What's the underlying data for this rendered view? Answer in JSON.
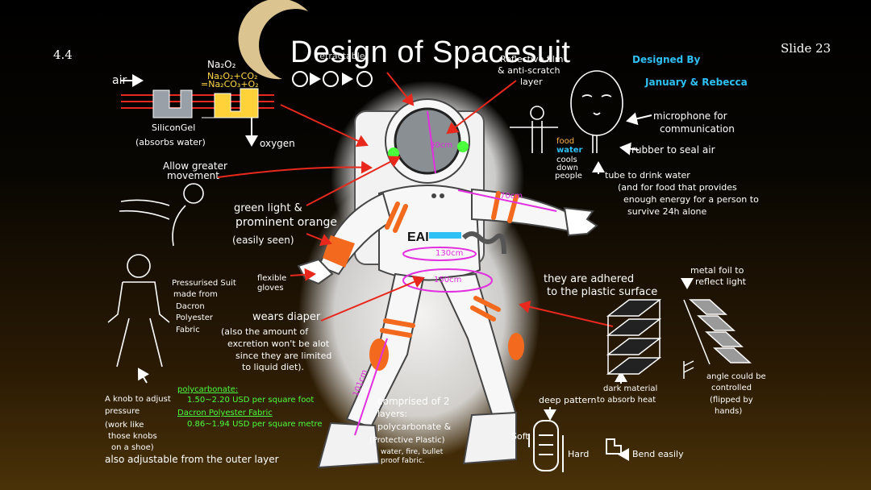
{
  "section_number": "4.4",
  "title": "Design of Spacesuit",
  "slide_label": "Slide 23",
  "credits": {
    "line1": "Designed By",
    "line2": "January & Rebecca"
  },
  "chemistry": {
    "formula1": "Na₂O₂",
    "formula2": "Na₂O₂+CO₂",
    "formula3": "=Na₂CO₃+O₂"
  },
  "air_label": "air",
  "silicagel": {
    "line1": "SiliconGel",
    "line2": "(absorbs water)"
  },
  "oxygen_label": "oxygen",
  "retractable": "retractable",
  "reflective": {
    "line1": "Reflective film",
    "line2": "& anti-scratch",
    "line3": "layer"
  },
  "microphone": {
    "line1": "microphone for",
    "line2": "communication"
  },
  "rubber": "rubber to seal air",
  "food_water": {
    "food": "food",
    "water": "water",
    "cools1": "cools",
    "cools2": "down",
    "cools3": "people"
  },
  "tube": {
    "line1": "tube to drink water",
    "line2": "(and for food that provides",
    "line3": "enough energy for a person to",
    "line4": "survive 24h alone"
  },
  "allow_movement": {
    "line1": "Allow greater",
    "line2": "movement"
  },
  "green_light": {
    "line1": "green light &",
    "line2": "prominent orange",
    "line3": "(easily seen)"
  },
  "flexible_gloves": {
    "line1": "flexible",
    "line2": "gloves"
  },
  "pressurised": {
    "line1": "Pressurised Suit",
    "line2": "made from",
    "line3": "Dacron",
    "line4": "Polyester",
    "line5": "Fabric"
  },
  "diaper": {
    "line1": "wears diaper",
    "line2": "(also the amount of",
    "line3": "excretion won't be alot",
    "line4": "since they are limited",
    "line5": "to liquid diet)."
  },
  "knob": {
    "line1": "A knob to adjust",
    "line2": "pressure",
    "line3": "(work like",
    "line4": "those knobs",
    "line5": "on a shoe)",
    "line6": "also adjustable from the outer layer"
  },
  "prices": {
    "poly_title": "polycarbonate:",
    "poly_price": "1.50~2.20 USD per square foot",
    "dacron_title": "Dacron Polyester Fabric",
    "dacron_price": "0.86~1.94 USD per square metre"
  },
  "layers": {
    "line1": "comprised of 2",
    "line2": "layers:",
    "line3": "polycarbonate &",
    "line4": "(Protective Plastic)",
    "line5": "water, fire, bullet",
    "line6": "proof fabric."
  },
  "adhered": {
    "line1": "they are adhered",
    "line2": "to the plastic surface"
  },
  "metal_foil": {
    "line1": "metal foil to",
    "line2": "reflect light"
  },
  "dark_material": {
    "line1": "dark material",
    "line2": "to absorb heat"
  },
  "angle": {
    "line1": "angle could be",
    "line2": "controlled",
    "line3": "(flipped by",
    "line4": "hands)"
  },
  "deep_pattern": "deep pattern",
  "soft_label": "Soft",
  "hard_label": "Hard",
  "bend_label": "Bend easily",
  "measurements": {
    "helmet": "30cm",
    "arm": "70cm",
    "waist1": "130cm",
    "waist2": "150cm",
    "leg": "101cm"
  },
  "suit_badge": "EAI",
  "colors": {
    "orange": "#f36a1e",
    "magenta": "#e22fe0",
    "red_arrow": "#e8281c",
    "cyan": "#2fc0f5",
    "green": "#4cff3c"
  }
}
